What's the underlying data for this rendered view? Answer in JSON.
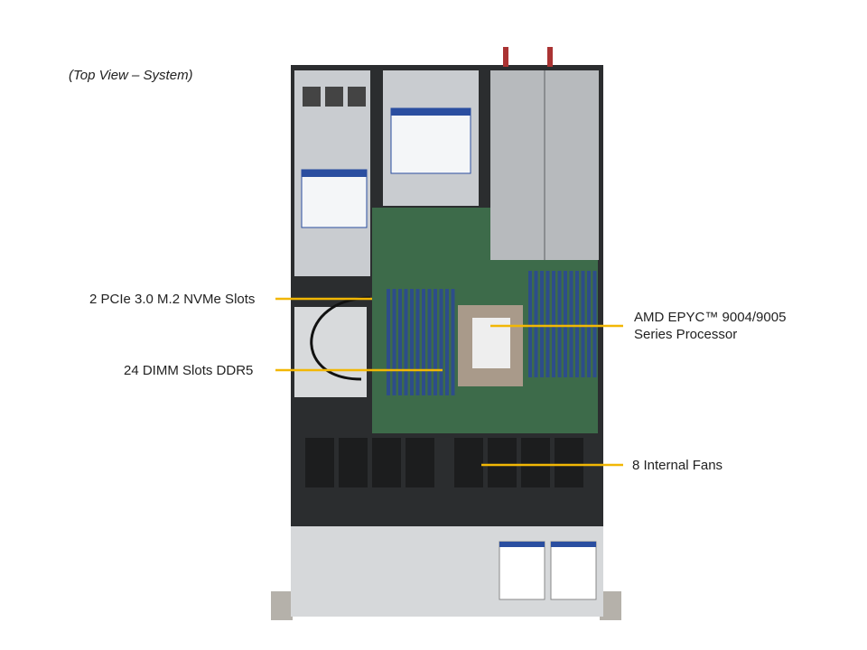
{
  "caption": "(Top View – System)",
  "callouts": [
    {
      "id": "nvme",
      "text": "2 PCIe 3.0 M.2 NVMe Slots"
    },
    {
      "id": "dimm",
      "text": "24 DIMM Slots DDR5"
    },
    {
      "id": "cpu",
      "text_line1": "AMD EPYC™ 9004/9005",
      "text_line2": "Series Processor"
    },
    {
      "id": "fans",
      "text": "8 Internal Fans"
    }
  ],
  "colors": {
    "callout_line": "#f2b705",
    "board": "#3d6b4a",
    "chassis": "#c9ccd0",
    "dimm": "#2d4d8a"
  }
}
